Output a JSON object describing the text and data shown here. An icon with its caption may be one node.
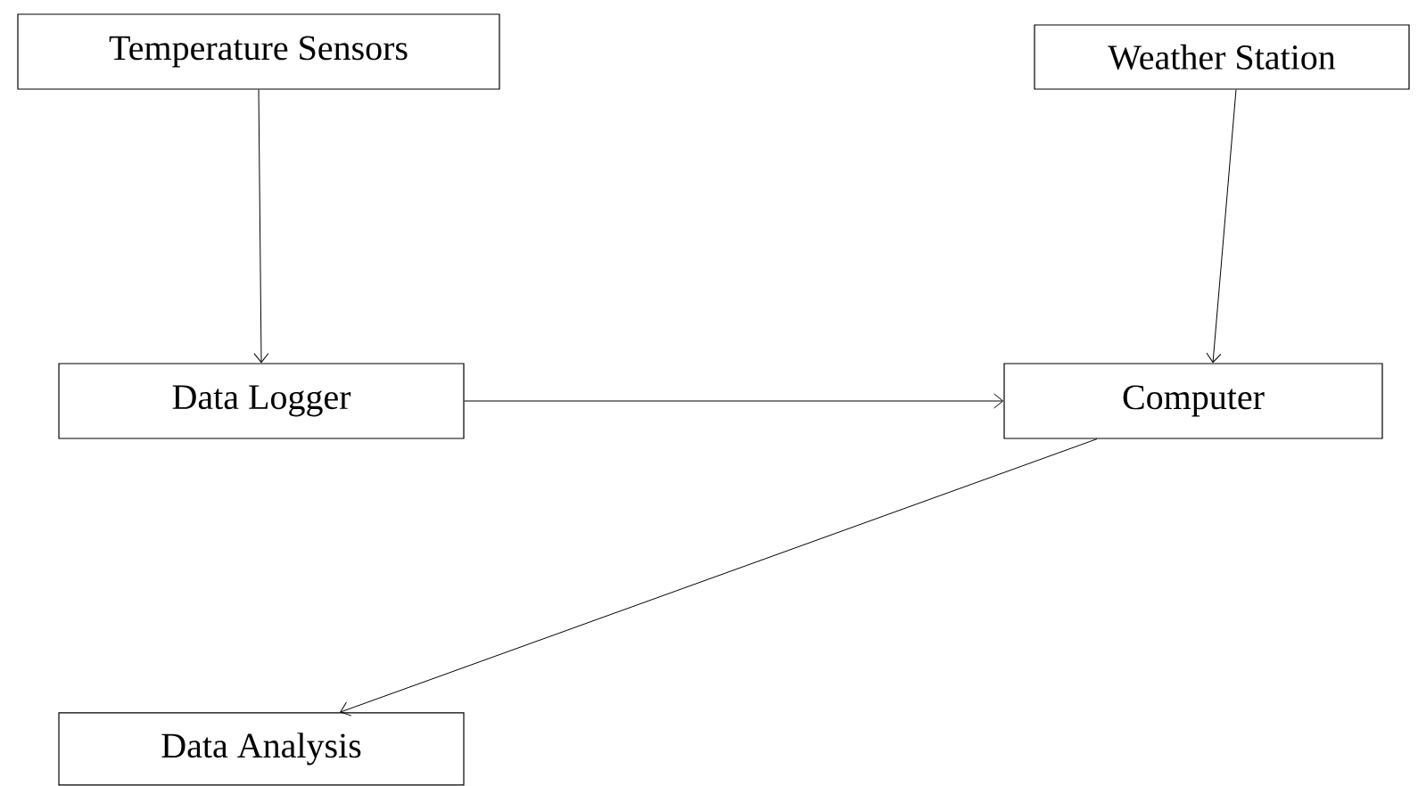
{
  "diagram": {
    "nodes": [
      {
        "text": [
          "Temperature Sensors"
        ]
      },
      {
        "text": [
          "Weather Station"
        ]
      },
      {
        "text": [
          "Data Logger"
        ]
      },
      {
        "text": [
          "Computer"
        ]
      },
      {
        "text": [
          "Data Analysis"
        ]
      }
    ],
    "edges": [
      {
        "from": 0,
        "to": 2,
        "arrow": "to"
      },
      {
        "from": 1,
        "to": 3,
        "arrow": "to"
      },
      {
        "from": 2,
        "to": 3,
        "arrow": "to"
      },
      {
        "from": 3,
        "to": 4,
        "arrow": "to"
      }
    ]
  }
}
